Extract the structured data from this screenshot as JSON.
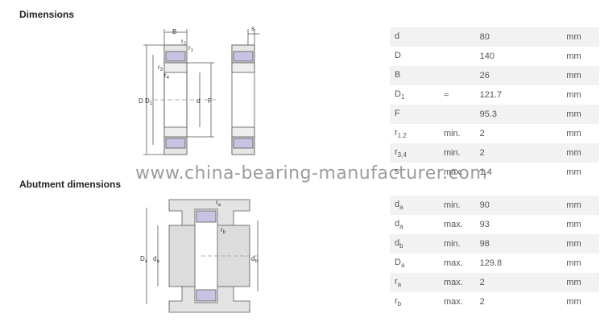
{
  "dimensions": {
    "title": "Dimensions",
    "rows": [
      {
        "sym": "d",
        "sub": "",
        "qual": "",
        "val": "80",
        "unit": "mm"
      },
      {
        "sym": "D",
        "sub": "",
        "qual": "",
        "val": "140",
        "unit": "mm"
      },
      {
        "sym": "B",
        "sub": "",
        "qual": "",
        "val": "26",
        "unit": "mm"
      },
      {
        "sym": "D",
        "sub": "1",
        "qual": "≈",
        "val": "121.7",
        "unit": "mm"
      },
      {
        "sym": "F",
        "sub": "",
        "qual": "",
        "val": "95.3",
        "unit": "mm"
      },
      {
        "sym": "r",
        "sub": "1,2",
        "qual": "min.",
        "val": "2",
        "unit": "mm"
      },
      {
        "sym": "r",
        "sub": "3,4",
        "qual": "min.",
        "val": "2",
        "unit": "mm"
      },
      {
        "sym": "s",
        "sub": "",
        "qual": "max.",
        "val": "1.4",
        "unit": "mm"
      }
    ]
  },
  "abutment": {
    "title": "Abutment dimensions",
    "rows": [
      {
        "sym": "d",
        "sub": "a",
        "qual": "min.",
        "val": "90",
        "unit": "mm"
      },
      {
        "sym": "d",
        "sub": "a",
        "qual": "max.",
        "val": "93",
        "unit": "mm"
      },
      {
        "sym": "d",
        "sub": "b",
        "qual": "min.",
        "val": "98",
        "unit": "mm"
      },
      {
        "sym": "D",
        "sub": "a",
        "qual": "max.",
        "val": "129.8",
        "unit": "mm"
      },
      {
        "sym": "r",
        "sub": "a",
        "qual": "max.",
        "val": "2",
        "unit": "mm"
      },
      {
        "sym": "r",
        "sub": "b",
        "qual": "max.",
        "val": "2",
        "unit": "mm"
      }
    ]
  },
  "drawing_labels": {
    "B": "B",
    "r2": "r",
    "r2_sub": "2",
    "r1": "r",
    "r1_sub": "1",
    "r3": "r",
    "r3_sub": "3",
    "r4": "r",
    "r4_sub": "4",
    "D": "D",
    "D1": "D",
    "D1_sub": "1",
    "d": "d",
    "F": "F",
    "s": "s",
    "ra": "r",
    "ra_sub": "a",
    "rb": "r",
    "rb_sub": "b",
    "Da": "D",
    "Da_sub": "a",
    "da": "d",
    "da_sub": "a",
    "db": "d",
    "db_sub": "b"
  },
  "watermark": "www.china-bearing-manufacturer.com"
}
